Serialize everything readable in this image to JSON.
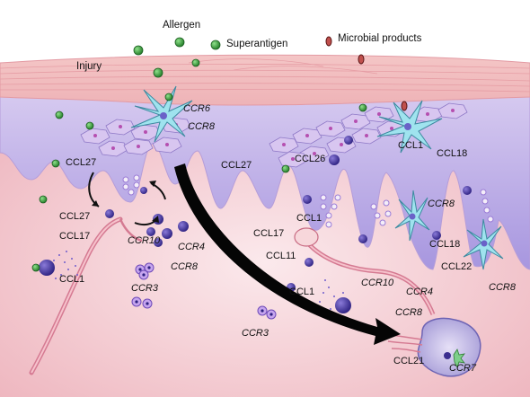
{
  "environment": {
    "allergen": "Allergen",
    "superantigen": "Superantigen",
    "microbial": "Microbial products",
    "injury": "Injury"
  },
  "labels": {
    "ccr6": "CCR6",
    "ccr8_top": "CCR8",
    "ccl27_left": "CCL27",
    "ccl27_mid": "CCL27",
    "ccl26": "CCL26",
    "ccl1_top": "CCL1",
    "ccl18_top": "CCL18",
    "ccl27_lower": "CCL27",
    "ccl17_left": "CCL17",
    "ccr10_left": "CCR10",
    "ccr4_left": "CCR4",
    "ccr8_left": "CCR8",
    "ccl1_left": "CCL1",
    "ccr3_left": "CCR3",
    "ccr3_bottom": "CCR3",
    "ccl17_mid": "CCL17",
    "ccl1_mid": "CCL1",
    "ccl11_mid": "CCL11",
    "ccl1_lower": "CCL1",
    "ccr10_right": "CCR10",
    "ccr4_right": "CCR4",
    "ccr8_lower": "CCR8",
    "ccr8_right_mid": "CCR8",
    "ccl18_right": "CCL18",
    "ccl22_right": "CCL22",
    "ccr8_right": "CCR8",
    "ccl21": "CCL21",
    "ccr7": "CCR7"
  },
  "colors": {
    "epidermis": "#bcaee8",
    "dermis": "#f3c9cf",
    "stratum_corneum": "#f2b9ba",
    "lymphocyte": "#3a2d8f",
    "antigen": "#2f9b3a",
    "vessel": "#d57a92"
  }
}
